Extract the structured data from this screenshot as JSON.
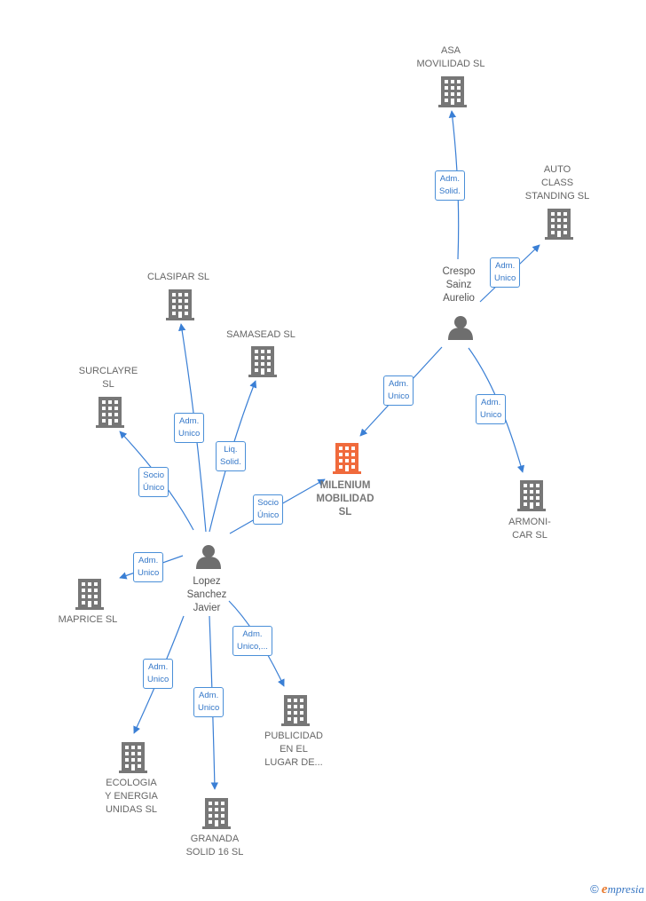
{
  "colors": {
    "edge": "#3a7fd5",
    "company": "#777777",
    "main": "#f06a3c",
    "person": "#6e6e6e"
  },
  "nodes": [
    {
      "id": "milenium",
      "type": "main",
      "label": [
        "MILENIUM",
        "MOBILIDAD",
        "SL"
      ]
    },
    {
      "id": "lopez",
      "type": "person",
      "label": [
        "Lopez",
        "Sanchez",
        "Javier"
      ]
    },
    {
      "id": "crespo",
      "type": "person",
      "label": [
        "Crespo",
        "Sainz",
        "Aurelio"
      ]
    },
    {
      "id": "asa",
      "type": "company",
      "label": [
        "ASA",
        "MOVILIDAD  SL"
      ]
    },
    {
      "id": "auto",
      "type": "company",
      "label": [
        "AUTO",
        "CLASS",
        "STANDING SL"
      ]
    },
    {
      "id": "armoni",
      "type": "company",
      "label": [
        "ARMONI-",
        "CAR SL"
      ]
    },
    {
      "id": "clasipar",
      "type": "company",
      "label": [
        "CLASIPAR  SL"
      ]
    },
    {
      "id": "samasead",
      "type": "company",
      "label": [
        "SAMASEAD  SL"
      ]
    },
    {
      "id": "surclayre",
      "type": "company",
      "label": [
        "SURCLAYRE",
        "SL"
      ]
    },
    {
      "id": "maprice",
      "type": "company",
      "label": [
        "MAPRICE SL"
      ]
    },
    {
      "id": "ecologia",
      "type": "company",
      "label": [
        "ECOLOGIA",
        "Y ENERGIA",
        "UNIDAS  SL"
      ]
    },
    {
      "id": "granada",
      "type": "company",
      "label": [
        "GRANADA",
        "SOLID 16  SL"
      ]
    },
    {
      "id": "publicidad",
      "type": "company",
      "label": [
        "PUBLICIDAD",
        "EN EL",
        "LUGAR DE..."
      ]
    }
  ],
  "edges": [
    {
      "from": "crespo",
      "to": "asa",
      "label": [
        "Adm.",
        "Solid."
      ]
    },
    {
      "from": "crespo",
      "to": "auto",
      "label": [
        "Adm.",
        "Unico"
      ]
    },
    {
      "from": "crespo",
      "to": "milenium",
      "label": [
        "Adm.",
        "Unico"
      ]
    },
    {
      "from": "crespo",
      "to": "armoni",
      "label": [
        "Adm.",
        "Unico"
      ]
    },
    {
      "from": "lopez",
      "to": "clasipar",
      "label": [
        "Adm.",
        "Unico"
      ]
    },
    {
      "from": "lopez",
      "to": "samasead",
      "label": [
        "Liq.",
        "Solid."
      ]
    },
    {
      "from": "lopez",
      "to": "surclayre",
      "label": [
        "Socio",
        "Único"
      ]
    },
    {
      "from": "lopez",
      "to": "milenium",
      "label": [
        "Socio",
        "Único"
      ]
    },
    {
      "from": "lopez",
      "to": "maprice",
      "label": [
        "Adm.",
        "Unico"
      ]
    },
    {
      "from": "lopez",
      "to": "ecologia",
      "label": [
        "Adm.",
        "Unico"
      ]
    },
    {
      "from": "lopez",
      "to": "granada",
      "label": [
        "Adm.",
        "Unico"
      ]
    },
    {
      "from": "lopez",
      "to": "publicidad",
      "label": [
        "Adm.",
        "Unico,..."
      ]
    }
  ],
  "footer": {
    "copyright": "©",
    "brand_initial": "e",
    "brand_rest": "mpresia"
  }
}
